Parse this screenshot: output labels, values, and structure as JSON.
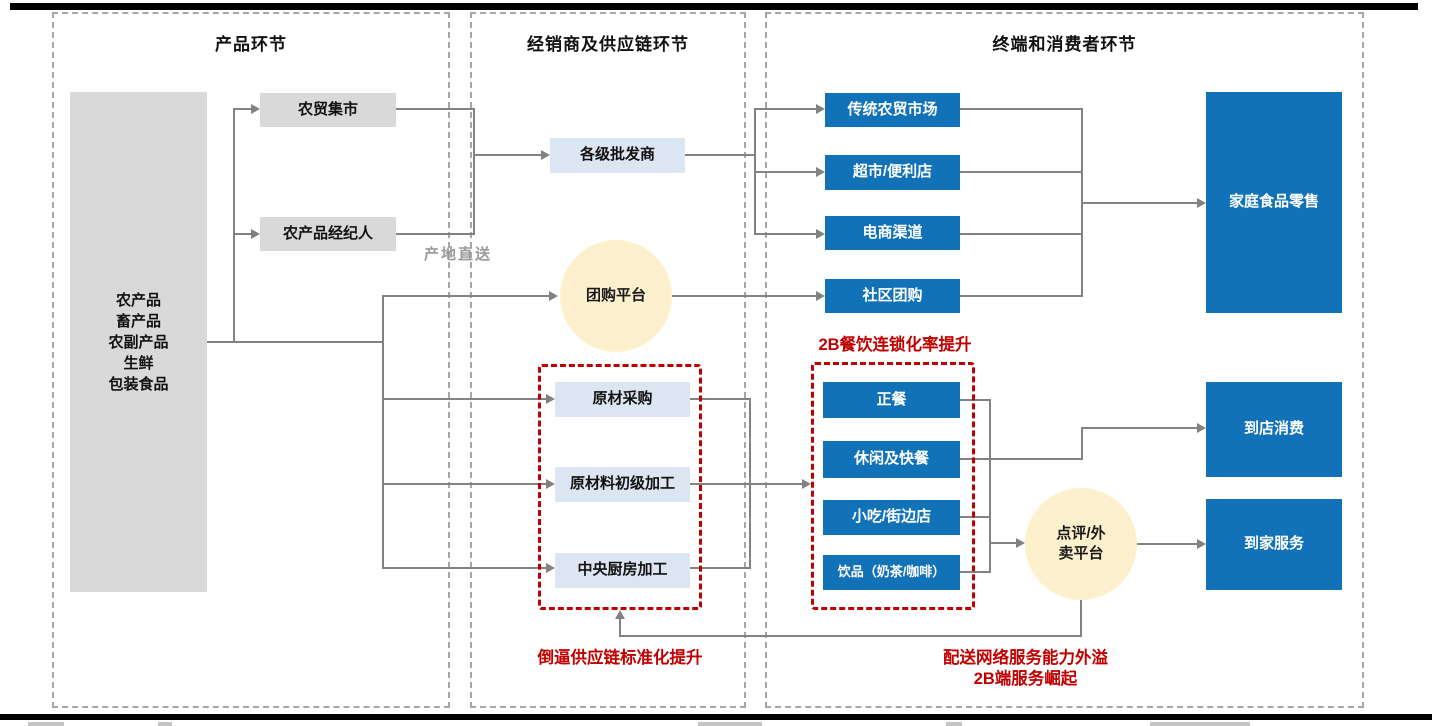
{
  "sections": [
    {
      "title": "产品环节"
    },
    {
      "title": "经销商及供应链环节"
    },
    {
      "title": "终端和消费者环节"
    }
  ],
  "nodes": {
    "source": {
      "label_lines": [
        "农产品",
        "畜产品",
        "农副产品",
        "生鲜",
        "包装食品"
      ]
    },
    "market_fair": {
      "label": "农贸集市"
    },
    "broker": {
      "label": "农产品经纪人"
    },
    "wholesaler": {
      "label": "各级批发商"
    },
    "group_buy_platform": {
      "label": "团购平台"
    },
    "raw_procurement": {
      "label": "原材采购"
    },
    "primary_processing": {
      "label": "原材料初级加工"
    },
    "central_kitchen": {
      "label": "中央厨房加工"
    },
    "traditional_market": {
      "label": "传统农贸市场"
    },
    "supermarket": {
      "label": "超市/便利店"
    },
    "ecommerce": {
      "label": "电商渠道"
    },
    "community_group_buy": {
      "label": "社区团购"
    },
    "dinner": {
      "label": "正餐"
    },
    "casual_fast_food": {
      "label": "休闲及快餐"
    },
    "snack_street": {
      "label": "小吃/街边店"
    },
    "beverage": {
      "label": "饮品（奶茶/咖啡）"
    },
    "review_delivery_platform": {
      "label_lines": [
        "点评/外",
        "卖平台"
      ]
    },
    "home_food_retail": {
      "label": "家庭食品零售"
    },
    "dine_in": {
      "label": "到店消费"
    },
    "home_service": {
      "label": "到家服务"
    }
  },
  "annotations": {
    "direct_from_origin": "产地直送",
    "chain_rate_up": "2B餐饮连锁化率提升",
    "supply_chain_std_up": "倒逼供应链标准化提升",
    "delivery_spillover_line1": "配送网络服务能力外溢",
    "delivery_spillover_line2": "2B端服务崛起"
  },
  "colors": {
    "node_blue": "#1272B8",
    "node_light_blue": "#DBE6F2",
    "node_gray": "#D9D9D9",
    "circle_cream": "#FDF0CD",
    "highlight_red": "#C00000",
    "connector_gray": "#828282"
  }
}
